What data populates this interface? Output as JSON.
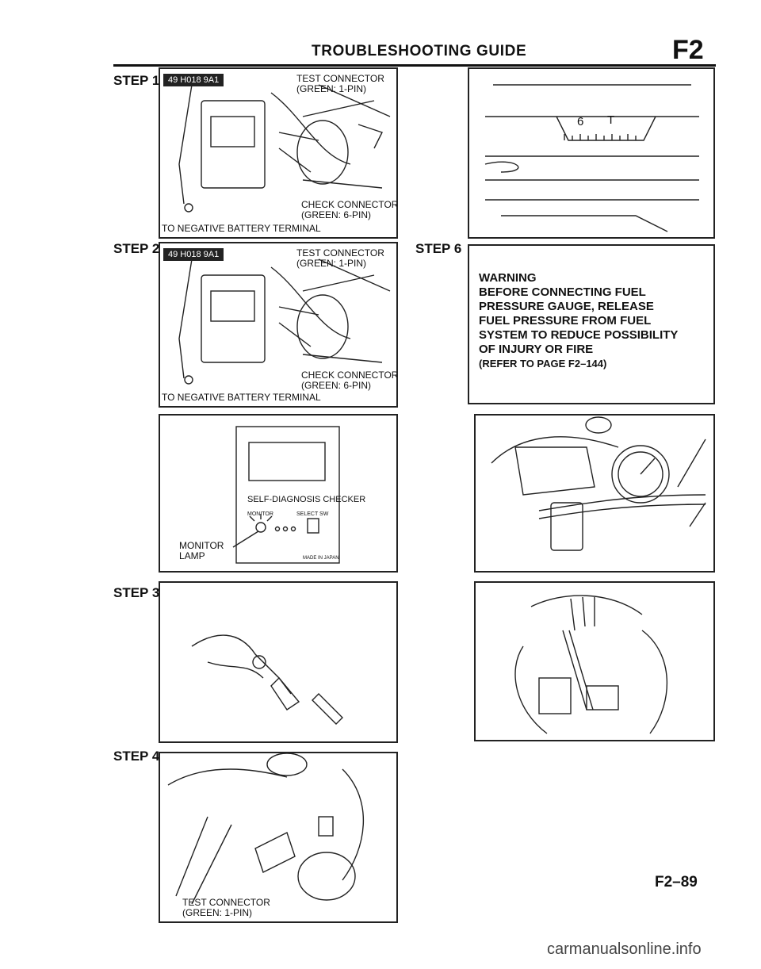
{
  "header": {
    "title": "TROUBLESHOOTING GUIDE",
    "section": "F2"
  },
  "steps": {
    "step1": "STEP 1",
    "step2": "STEP 2",
    "step3": "STEP 3",
    "step4": "STEP 4",
    "step6": "STEP 6"
  },
  "figures": {
    "tool_tag": "49 H018 9A1",
    "test_connector": [
      "TEST CONNECTOR",
      "(GREEN: 1-PIN)"
    ],
    "check_connector": [
      "CHECK CONNECTOR",
      "(GREEN: 6-PIN)"
    ],
    "battery_terminal": "TO NEGATIVE BATTERY TERMINAL",
    "checker_face": "SELF-DIAGNOSIS CHECKER",
    "monitor": "MONITOR",
    "select_sw": "SELECT SW",
    "made_in": "MADE IN JAPAN",
    "monitor_lamp": [
      "MONITOR",
      "LAMP"
    ],
    "gauge_number": "6",
    "gauge_letter": "T"
  },
  "warning": {
    "heading": "WARNING",
    "lines": [
      "BEFORE CONNECTING FUEL",
      "PRESSURE GAUGE, RELEASE",
      "FUEL PRESSURE FROM FUEL",
      "SYSTEM TO REDUCE POSSIBILITY",
      "OF INJURY OR FIRE"
    ],
    "reference": "(REFER TO PAGE F2–144)"
  },
  "footer": {
    "page": "F2–89",
    "watermark": "carmanualsonline.info"
  }
}
